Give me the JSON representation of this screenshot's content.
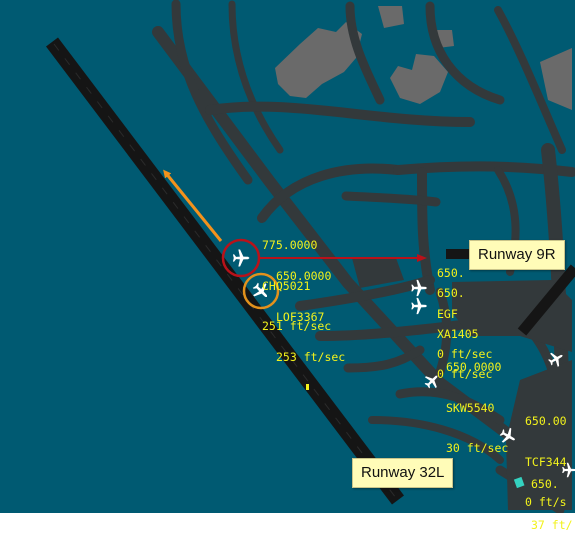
{
  "colors": {
    "water": "#005a72",
    "pavement": "#33393b",
    "runway": "#151515",
    "buildings": "#6a6a6a",
    "tag_text": "#f2f21c",
    "callout_bg": "#fffcb8",
    "direction_arrow": "#f4921c",
    "vector_arrow": "#b8121a",
    "conflict_ring": "#b8121a",
    "watch_ring": "#e2911c",
    "aircraft": "#ffffff"
  },
  "callouts": {
    "runway_9r": "Runway 9R",
    "runway_32l": "Runway 32L"
  },
  "aircraft": [
    {
      "id": "chq5021",
      "frequency": "775.0000",
      "callsign": "CHQ5021",
      "speed": "251 ft/sec",
      "icon": "airplane-icon",
      "status": "conflict"
    },
    {
      "id": "lof3367",
      "frequency": "650.0000",
      "callsign": "LOF3367",
      "speed": "253 ft/sec",
      "icon": "airplane-icon",
      "status": "watch"
    },
    {
      "id": "egf",
      "frequency": "650.",
      "callsign": "EGF",
      "speed": "0 ft/sec",
      "icon": "airplane-icon"
    },
    {
      "id": "xa1405",
      "frequency": "650.",
      "callsign": "XA1405",
      "speed": "0 ft/sec",
      "icon": "airplane-icon"
    },
    {
      "id": "skw5540",
      "frequency": "650.0000",
      "callsign": "SKW5540",
      "speed": "30 ft/sec",
      "icon": "airplane-icon"
    },
    {
      "id": "tcf344",
      "frequency": "650.00",
      "callsign": "TCF344",
      "speed": "0 ft/s",
      "icon": "airplane-icon"
    },
    {
      "id": "unknown",
      "frequency": "650.",
      "speed": "37 ft/",
      "icon": "airplane-icon"
    }
  ]
}
